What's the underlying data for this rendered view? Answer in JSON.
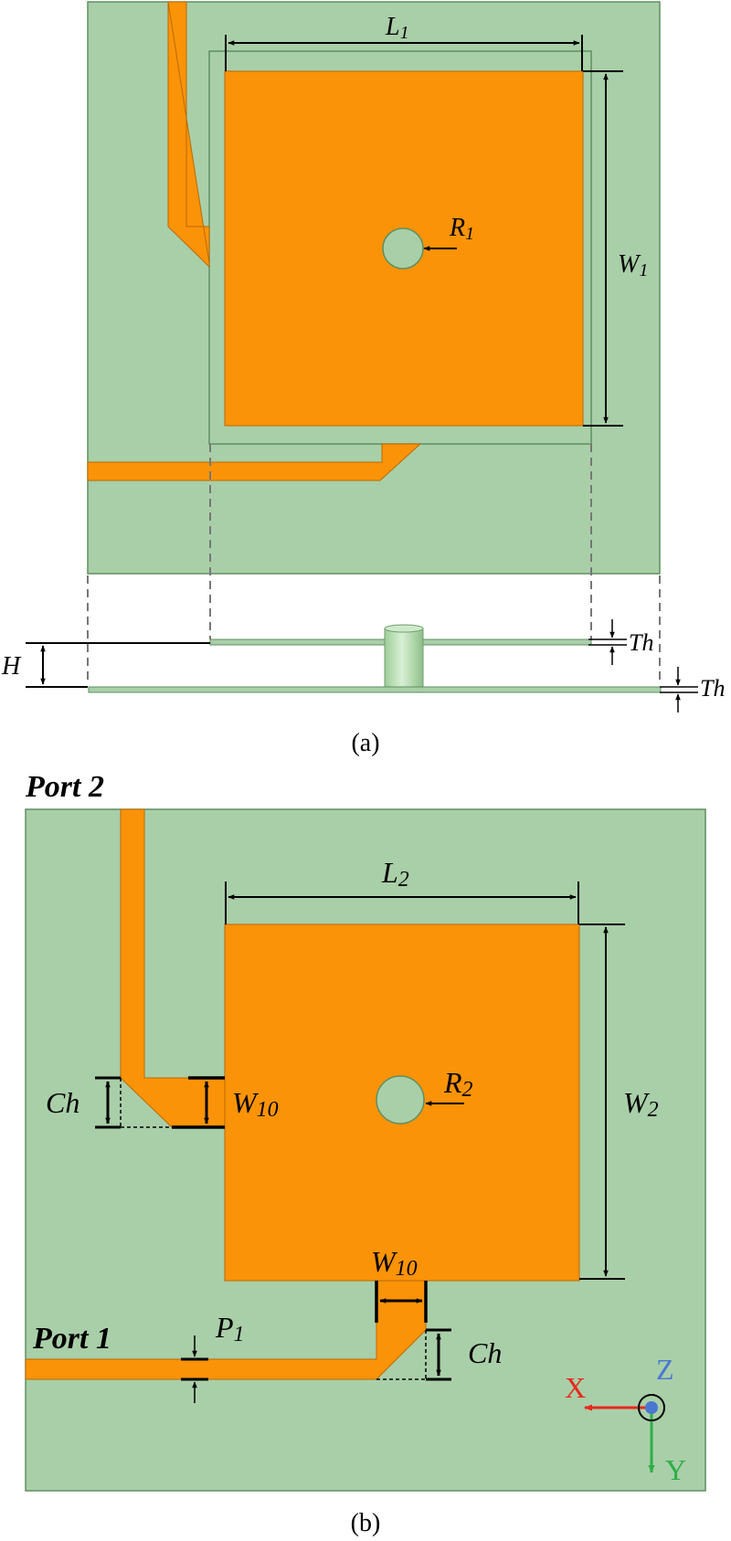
{
  "colors": {
    "substrate": "#a9cfa8",
    "substrate_edge": "#5e8f60",
    "copper": "#fb9308",
    "copper_edge": "#b86a05",
    "post": "#b8ddb4",
    "dim_line": "#000000",
    "guide_line": "#777777",
    "axis_x": "#e8281d",
    "axis_y": "#2fae47",
    "axis_z": "#4a78d0"
  },
  "panel_a": {
    "caption": "(a)",
    "labels": {
      "L": "L",
      "L_sub": "1",
      "W": "W",
      "W_sub": "1",
      "R": "R",
      "R_sub": "1",
      "H": "H",
      "Th_top": "Th",
      "Th_bottom": "Th"
    }
  },
  "panel_b": {
    "caption": "(b)",
    "port2": "Port 2",
    "port1": "Port 1",
    "labels": {
      "L": "L",
      "L_sub": "2",
      "W": "W",
      "W_sub": "2",
      "R": "R",
      "R_sub": "2",
      "W10_left": "W",
      "W10_left_sub": "10",
      "W10_bottom": "W",
      "W10_bottom_sub": "10",
      "Ch_left": "Ch",
      "Ch_right": "Ch",
      "P": "P",
      "P_sub": "1"
    },
    "axes": {
      "x": "X",
      "y": "Y",
      "z": "Z"
    }
  }
}
